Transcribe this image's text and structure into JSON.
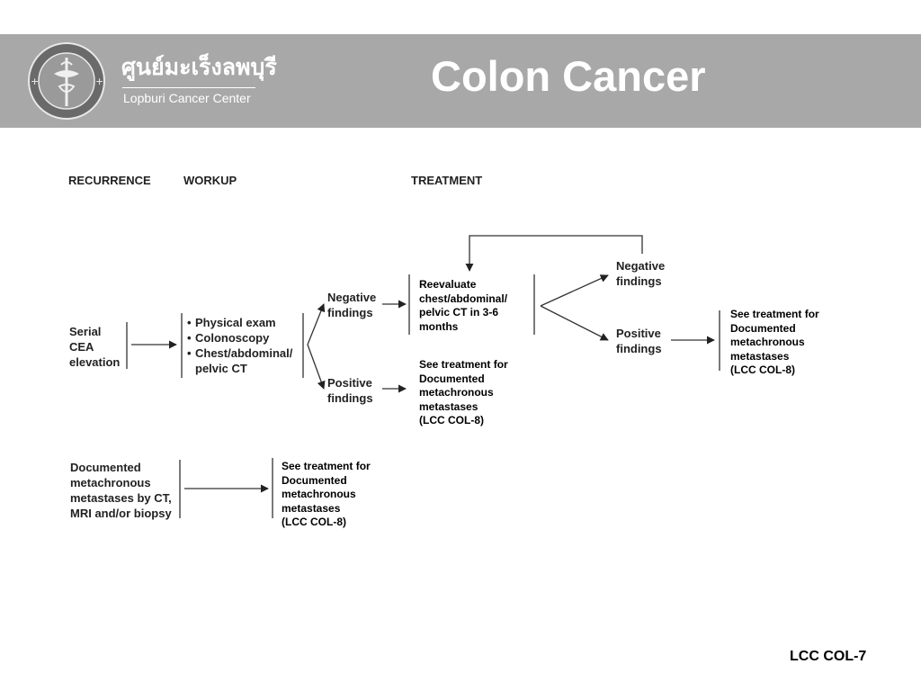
{
  "header": {
    "logo_thai": "ศูนย์มะเร็งลพบุรี",
    "logo_en": "Lopburi Cancer Center",
    "title": "Colon Cancer"
  },
  "columns": {
    "recurrence": "RECURRENCE",
    "workup": "WORKUP",
    "treatment": "TREATMENT"
  },
  "serial_cea": [
    "Serial",
    "CEA",
    "elevation"
  ],
  "workup_items": [
    "Physical exam",
    "Colonoscopy",
    "Chest/abdominal/",
    "pelvic CT"
  ],
  "negative_findings": [
    "Negative",
    "findings"
  ],
  "positive_findings": [
    "Positive",
    "findings"
  ],
  "reevaluate": [
    "Reevaluate",
    "chest/abdominal/",
    "pelvic CT in 3-6",
    "months"
  ],
  "see_treatment": [
    "See treatment for",
    "Documented",
    "metachronous",
    "metastases",
    "(LCC COL-8)"
  ],
  "documented": [
    "Documented",
    "metachronous",
    "metastases   by CT,",
    "MRI and/or biopsy"
  ],
  "footer": "LCC COL-7",
  "colors": {
    "header_bg": "#a8a8a8",
    "header_text": "#ffffff"
  }
}
